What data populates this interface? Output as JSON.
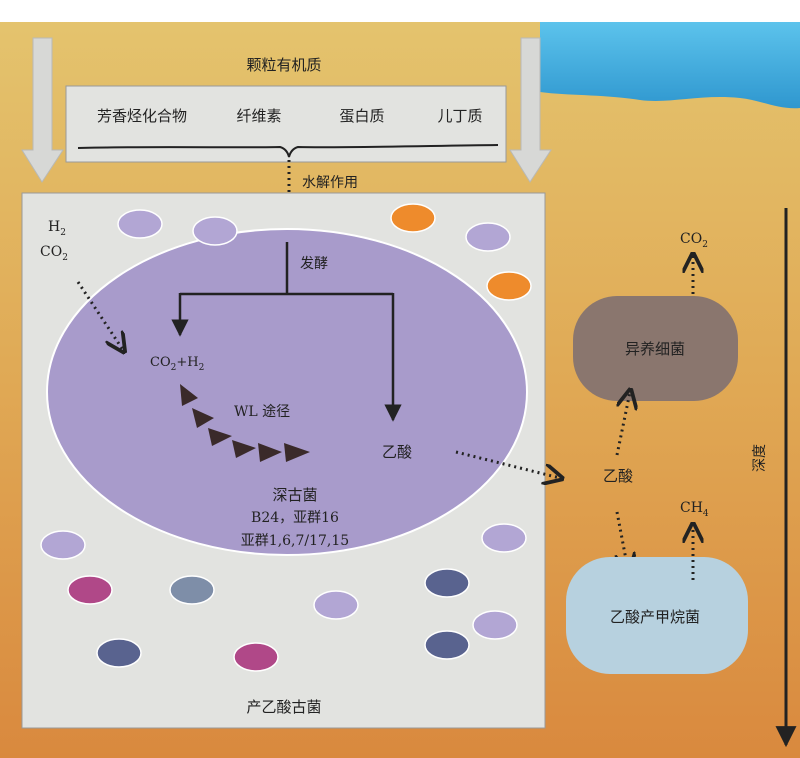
{
  "top_label": "颗粒有机质",
  "organics": [
    "芳香烃化合物",
    "纤维素",
    "蛋白质",
    "儿丁质"
  ],
  "hydrolysis": "水解作用",
  "fermentation": "发酵",
  "gas_left": {
    "h": "H",
    "h_sub": "2",
    "co": "CO",
    "co_sub": "2"
  },
  "co2_h2": {
    "a": "CO",
    "a_sub": "2",
    "plus": "+H",
    "b_sub": "2"
  },
  "wl_pathway": "WL 途径",
  "acetic_acid_center": "乙酸",
  "archaea": {
    "name": "深古菌",
    "line1": "B24，亚群16",
    "line2": "亚群1,6,7/17,15"
  },
  "bottom_label": "产乙酸古菌",
  "heterotroph": "异养细菌",
  "co2_top": {
    "main": "CO",
    "sub": "2"
  },
  "acetic_acid_right": "乙酸",
  "methanogen": "乙酸产甲烷菌",
  "ch4": {
    "main": "CH",
    "sub": "4"
  },
  "depth": "深度",
  "colors": {
    "water": "#3aa6d8",
    "sediment_top": "#e4c56f",
    "sediment_bottom": "#d9893e",
    "panel": "#e2e3e0",
    "big_cell": "#a89bcb",
    "heterotroph": "#8a766e",
    "methanogen": "#b7d1df"
  }
}
